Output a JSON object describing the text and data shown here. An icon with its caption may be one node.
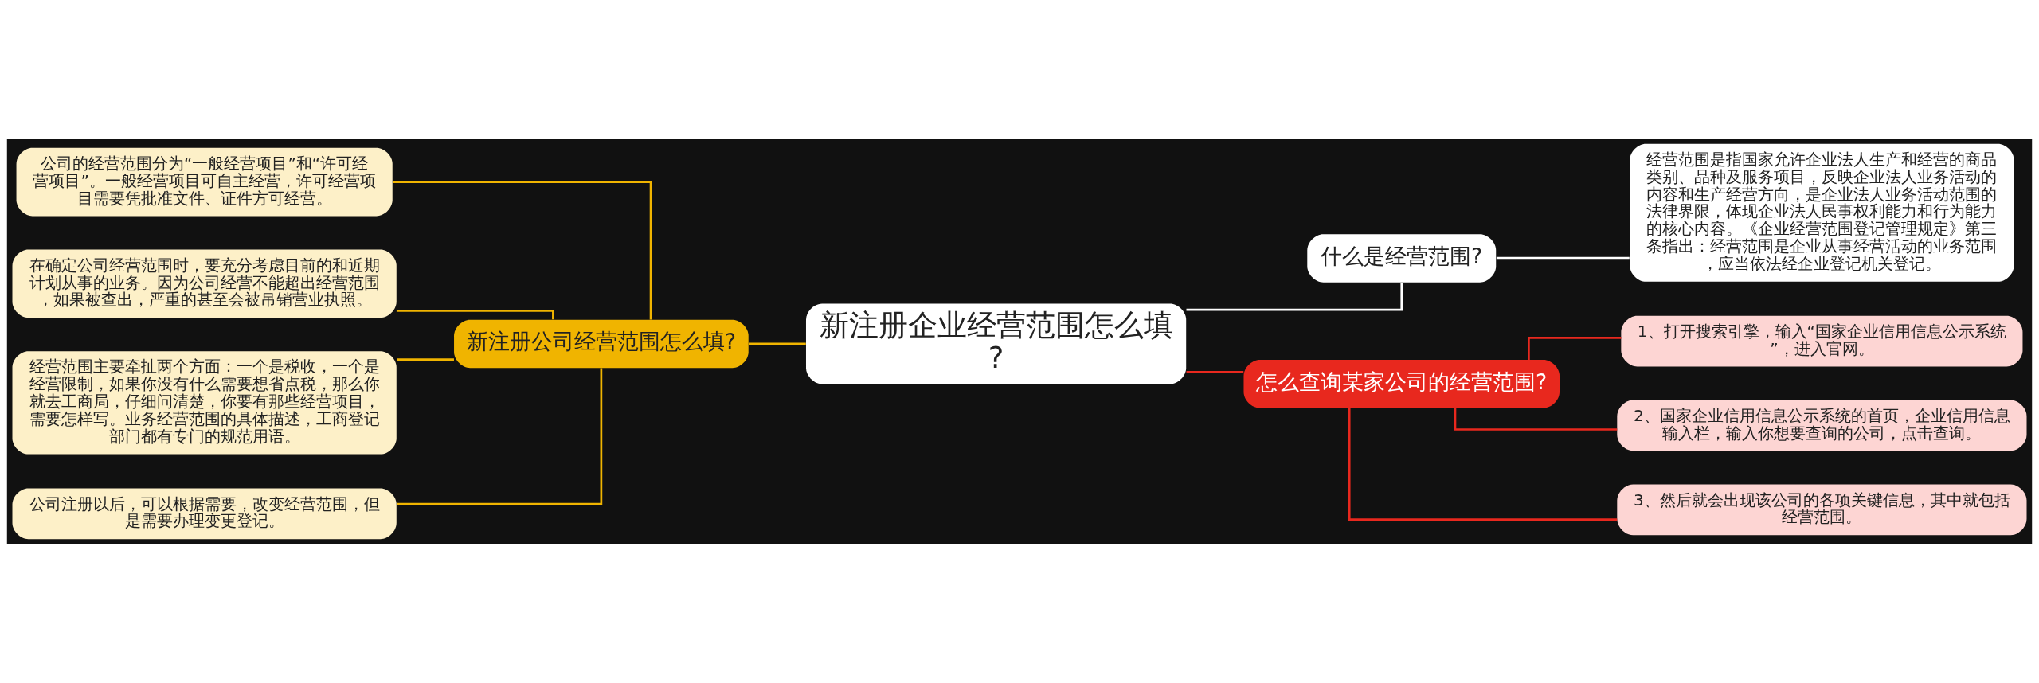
{
  "diagram": {
    "nodes": [
      {
        "text": [
          "新注册企业经营范围怎么填?"
        ]
      },
      {
        "text": [
          "新注册公司经营范围怎么填?"
        ]
      },
      {
        "text": [
          "公司的经营范围分为“一般经营项目”和“许可经营项目”。一般经营项目可自主经营，许可经营项目需要凭批准文件、证件方可经营。"
        ]
      },
      {
        "text": [
          "在确定公司经营范围时，要充分考虑目前的和近期计划从事的业务。因为公司经营不能超出经营范围，如果被查出，严重的甚至会被吊销营业执照。"
        ]
      },
      {
        "text": [
          "经营范围主要牵扯两个方面：一个是税收，一个是经营限制，如果你没有什么需要想省点税，那么你就去工商局，仔细问清楚，你要有那些经营项目，需要怎样写。业务经营范围的具体描述，工商登记部门都有专门的规范用语。"
        ]
      },
      {
        "text": [
          "公司注册以后，可以根据需要，改变经营范围，但是需要办理变更登记。"
        ]
      },
      {
        "text": [
          "什么是经营范围?"
        ]
      },
      {
        "text": [
          "经营范围是指国家允许企业法人生产和经营的商品类别、品种及服务项目，反映企业法人业务活动的内容和生产经营方向，是企业法人业务活动范围的法律界限，体现企业法人民事权利能力和行为能力的核心内容。《企业经营范围登记管理规定》第三条指出：经营范围是企业从事经营活动的业务范围，应当依法经企业登记机关登记。"
        ]
      },
      {
        "text": [
          "怎么查询某家公司的经营范围?"
        ]
      },
      {
        "text": [
          "1、打开搜索引擎，输入“国家企业信用信息公示系统”，进入官网。"
        ]
      },
      {
        "text": [
          "2、国家企业信用信息公示系统的首页，企业信用信息输入栏，输入你想要查询的公司，点击查询。"
        ]
      },
      {
        "text": [
          "3、然后就会出现该公司的各项关键信息，其中就包括经营范围。"
        ]
      }
    ],
    "edges": [
      {
        "from": 0,
        "to": 1,
        "arrow": "none"
      },
      {
        "from": 1,
        "to": 2,
        "arrow": "none"
      },
      {
        "from": 1,
        "to": 3,
        "arrow": "none"
      },
      {
        "from": 1,
        "to": 4,
        "arrow": "none"
      },
      {
        "from": 1,
        "to": 5,
        "arrow": "none"
      },
      {
        "from": 0,
        "to": 6,
        "arrow": "none",
        "color": "#ffffff"
      },
      {
        "from": 6,
        "to": 7,
        "arrow": "none",
        "color": "#ffffff"
      },
      {
        "from": 0,
        "to": 8,
        "arrow": "none",
        "color": "#e8281e"
      },
      {
        "from": 8,
        "to": 9,
        "arrow": "none",
        "color": "#e8281e"
      },
      {
        "from": 8,
        "to": 10,
        "arrow": "none",
        "color": "#e8281e"
      },
      {
        "from": 8,
        "to": 11,
        "arrow": "none",
        "color": "#e8281e"
      }
    ]
  }
}
